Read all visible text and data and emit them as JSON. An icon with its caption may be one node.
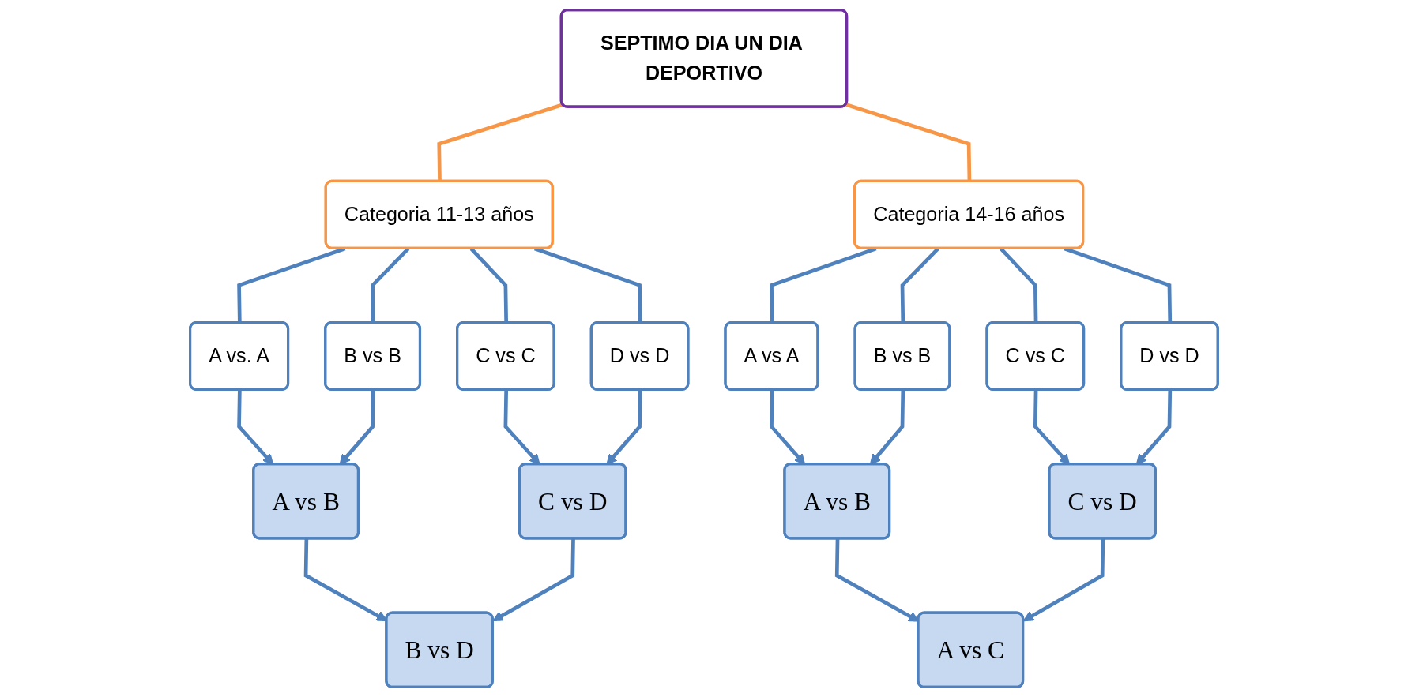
{
  "diagram": {
    "nodes": [
      {
        "text": [
          "SEPTIMO DIA UN DIA DEPORTIVO"
        ]
      },
      {
        "text": [
          "Categoria 11-13 años"
        ]
      },
      {
        "text": [
          "Categoria 14-16 años"
        ]
      },
      {
        "text": [
          "A vs. A"
        ]
      },
      {
        "text": [
          "B vs B"
        ]
      },
      {
        "text": [
          "C vs C"
        ]
      },
      {
        "text": [
          "D vs D"
        ]
      },
      {
        "text": [
          "A vs A"
        ]
      },
      {
        "text": [
          "B vs B"
        ]
      },
      {
        "text": [
          "C vs C"
        ]
      },
      {
        "text": [
          "D vs D"
        ]
      },
      {
        "text": [
          "A vs B"
        ]
      },
      {
        "text": [
          "C vs D"
        ]
      },
      {
        "text": [
          "A vs B"
        ]
      },
      {
        "text": [
          "C vs D"
        ]
      },
      {
        "text": [
          "B vs D"
        ]
      },
      {
        "text": [
          "A vs C"
        ]
      }
    ],
    "edges": [
      {
        "from": 0,
        "to": 1,
        "arrow": "none",
        "color": "#f79646"
      },
      {
        "from": 0,
        "to": 2,
        "arrow": "none",
        "color": "#f79646"
      },
      {
        "from": 1,
        "to": 3,
        "arrow": "none"
      },
      {
        "from": 1,
        "to": 4,
        "arrow": "none"
      },
      {
        "from": 1,
        "to": 5,
        "arrow": "none"
      },
      {
        "from": 1,
        "to": 6,
        "arrow": "none"
      },
      {
        "from": 2,
        "to": 7,
        "arrow": "none"
      },
      {
        "from": 2,
        "to": 8,
        "arrow": "none"
      },
      {
        "from": 2,
        "to": 9,
        "arrow": "none"
      },
      {
        "from": 2,
        "to": 10,
        "arrow": "none"
      },
      {
        "from": 3,
        "to": 11,
        "arrow": "to"
      },
      {
        "from": 4,
        "to": 11,
        "arrow": "to"
      },
      {
        "from": 5,
        "to": 12,
        "arrow": "to"
      },
      {
        "from": 6,
        "to": 12,
        "arrow": "to"
      },
      {
        "from": 7,
        "to": 13,
        "arrow": "to"
      },
      {
        "from": 8,
        "to": 13,
        "arrow": "to"
      },
      {
        "from": 9,
        "to": 14,
        "arrow": "to"
      },
      {
        "from": 10,
        "to": 14,
        "arrow": "to"
      },
      {
        "from": 11,
        "to": 15,
        "arrow": "to"
      },
      {
        "from": 12,
        "to": 15,
        "arrow": "to"
      },
      {
        "from": 13,
        "to": 16,
        "arrow": "to"
      },
      {
        "from": 14,
        "to": 16,
        "arrow": "to"
      }
    ]
  }
}
